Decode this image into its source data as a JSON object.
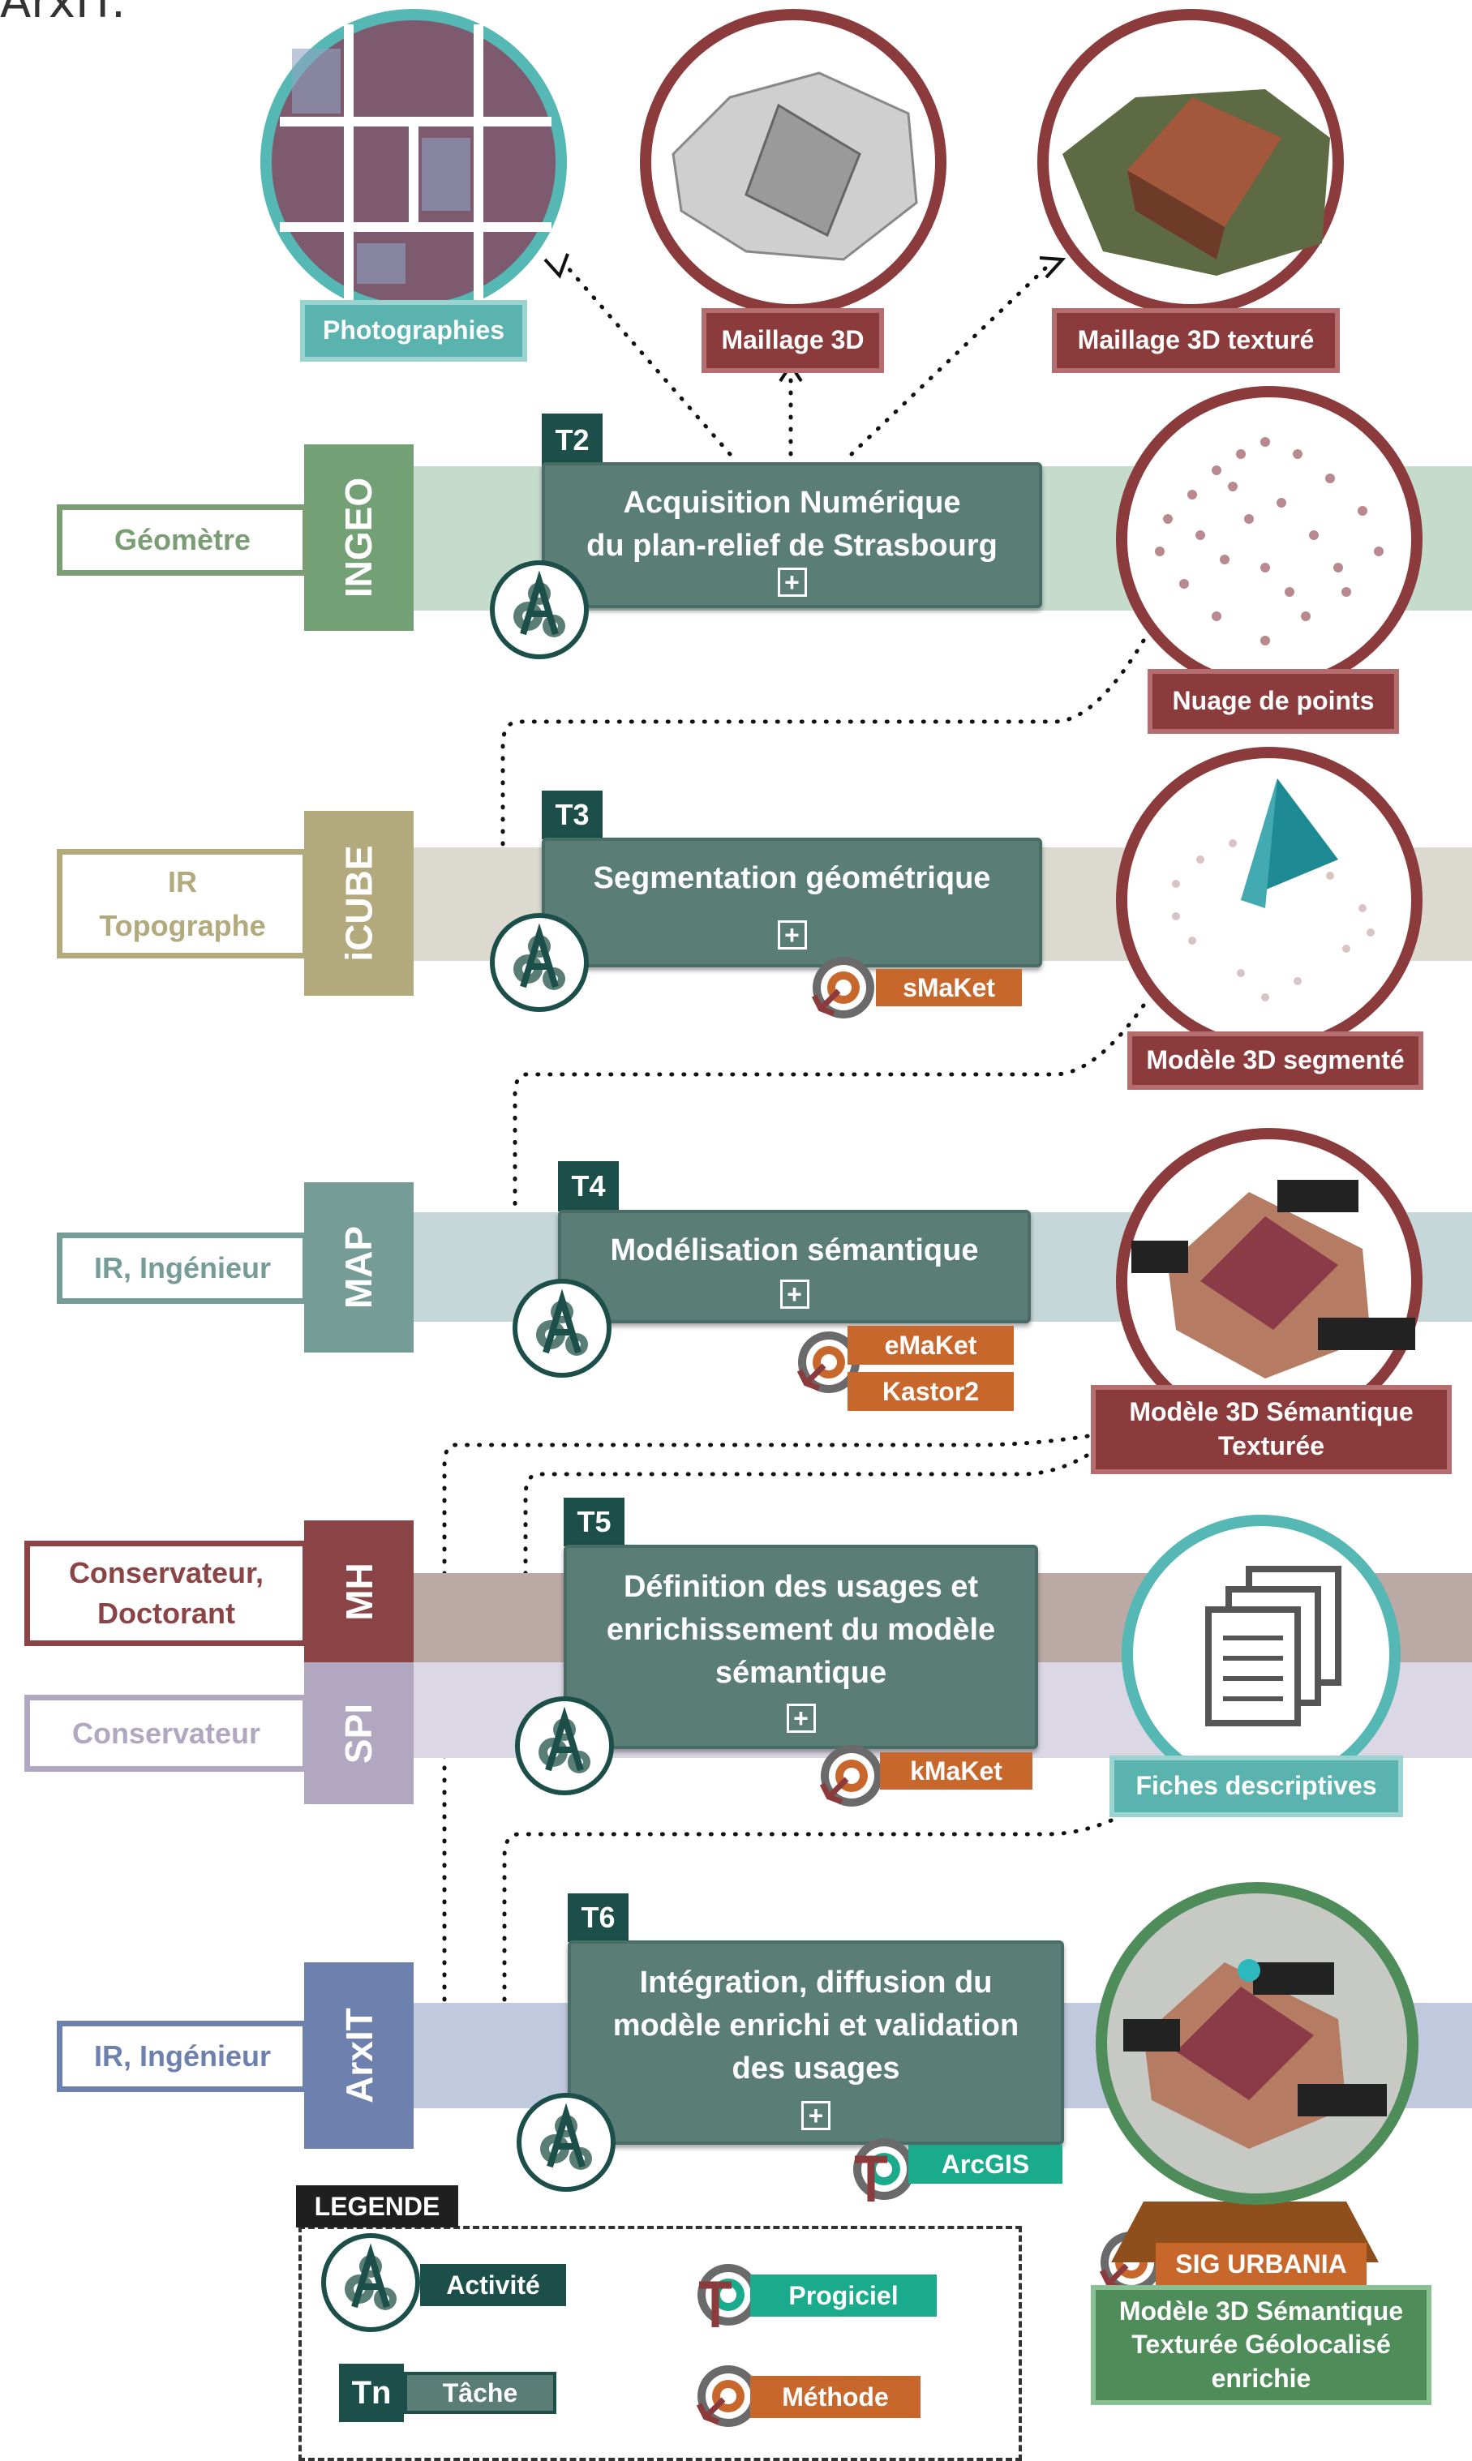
{
  "top_cut_text": "ArxIT.",
  "colors": {
    "task": "#5a7d76",
    "task_dark": "#1c4f49",
    "method": "#c7672c",
    "software": "#1aaa8c",
    "red": "#8b3b3c",
    "teal": "#55b8b4",
    "green": "#4e8c5a"
  },
  "rows": [
    {
      "entity": "INGEO",
      "role": "Géomètre",
      "entity_color": "#73a074",
      "band_color": "#c5dccd",
      "role_color": "#7a9d73"
    },
    {
      "entity": "iCUBE",
      "role": "IR\nTopographe",
      "entity_color": "#b2aa7c",
      "band_color": "#dcdad0",
      "role_color": "#b2aa7c"
    },
    {
      "entity": "MAP",
      "role": "IR, Ingénieur",
      "entity_color": "#769c98",
      "band_color": "#c6d7d9",
      "role_color": "#769c98"
    },
    {
      "entity": "MH",
      "role": "Conservateur,\nDoctorant",
      "entity_color": "#8a4445",
      "band_color": "#bba9a5",
      "role_color": "#8a4445"
    },
    {
      "entity": "SPI",
      "role": "Conservateur",
      "entity_color": "#b1a7c1",
      "band_color": "#dcd7e4",
      "role_color": "#b1a7c1"
    },
    {
      "entity": "ArxIT",
      "role": "IR, Ingénieur",
      "entity_color": "#6e80ae",
      "band_color": "#c0c9de",
      "role_color": "#6e80ae"
    }
  ],
  "tasks": [
    {
      "id": "T2",
      "title": "Acquisition Numérique\ndu plan-relief de Strasbourg"
    },
    {
      "id": "T3",
      "title": "Segmentation géométrique"
    },
    {
      "id": "T4",
      "title": "Modélisation sémantique"
    },
    {
      "id": "T5",
      "title": "Définition des usages et\nenrichissement du modèle\nsémantique"
    },
    {
      "id": "T6",
      "title": "Intégration, diffusion du\nmodèle enrichi et validation\ndes usages"
    }
  ],
  "tools": {
    "smaket": "sMaKet",
    "emaket": "eMaKet",
    "kastor2": "Kastor2",
    "kmaket": "kMaKet",
    "arcgis": "ArcGIS",
    "sig_urbania": "SIG URBANIA"
  },
  "outputs": {
    "photographies": "Photographies",
    "maillage_3d": "Maillage 3D",
    "maillage_3d_texture": "Maillage 3D texturé",
    "nuage_de_points": "Nuage de points",
    "modele_segmente": "Modèle 3D segmenté",
    "modele_semantique": "Modèle 3D Sémantique\nTexturée",
    "fiches": "Fiches descriptives",
    "modele_final": "Modèle 3D Sémantique\nTexturée Géolocalisé\nenrichie"
  },
  "legend": {
    "title": "LEGENDE",
    "activite": "Activité",
    "tache_code": "Tn",
    "tache": "Tâche",
    "progiciel": "Progiciel",
    "methode": "Méthode"
  }
}
